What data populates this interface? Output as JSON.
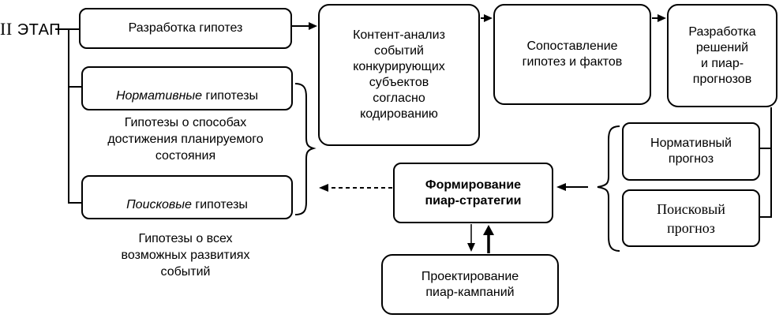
{
  "stage": {
    "numeral": "II",
    "label": "ЭТАП"
  },
  "boxes": {
    "razrabotka_gipotez": {
      "label": "Разработка гипотез"
    },
    "normativnye_gipotezy": {
      "italic": "Нормативные",
      "rest": " гипотезы"
    },
    "poiskovye_gipotezy": {
      "italic": "Поисковые",
      "rest": " гипотезы"
    },
    "kontent_analiz": {
      "label": "Контент-анализ\nсобытий\nконкурирующих\nсубъектов\nсогласно\nкодированию"
    },
    "sopostavlenie": {
      "label": "Сопоставление\nгипотез и фактов"
    },
    "razrabotka_reshenij": {
      "label": "Разработка\nрешений\nи пиар-\nпрогнозов"
    },
    "normativnyj_prognoz": {
      "label": "Нормативный\nпрогноз"
    },
    "poiskovyj_prognoz": {
      "label": "Поисковый\nпрогноз"
    },
    "formirovanie_strategii": {
      "label": "Формирование\nпиар-стратегии"
    },
    "proektirovanie_kampanij": {
      "label": "Проектирование\nпиар-кампаний"
    }
  },
  "captions": {
    "sposoby": "Гипотезы о способах\nдостижения планируемого\nсостояния",
    "razvitiya": "Гипотезы о всех\nвозможных развитиях\nсобытий"
  },
  "colors": {
    "stroke": "#000000",
    "background": "#ffffff"
  }
}
